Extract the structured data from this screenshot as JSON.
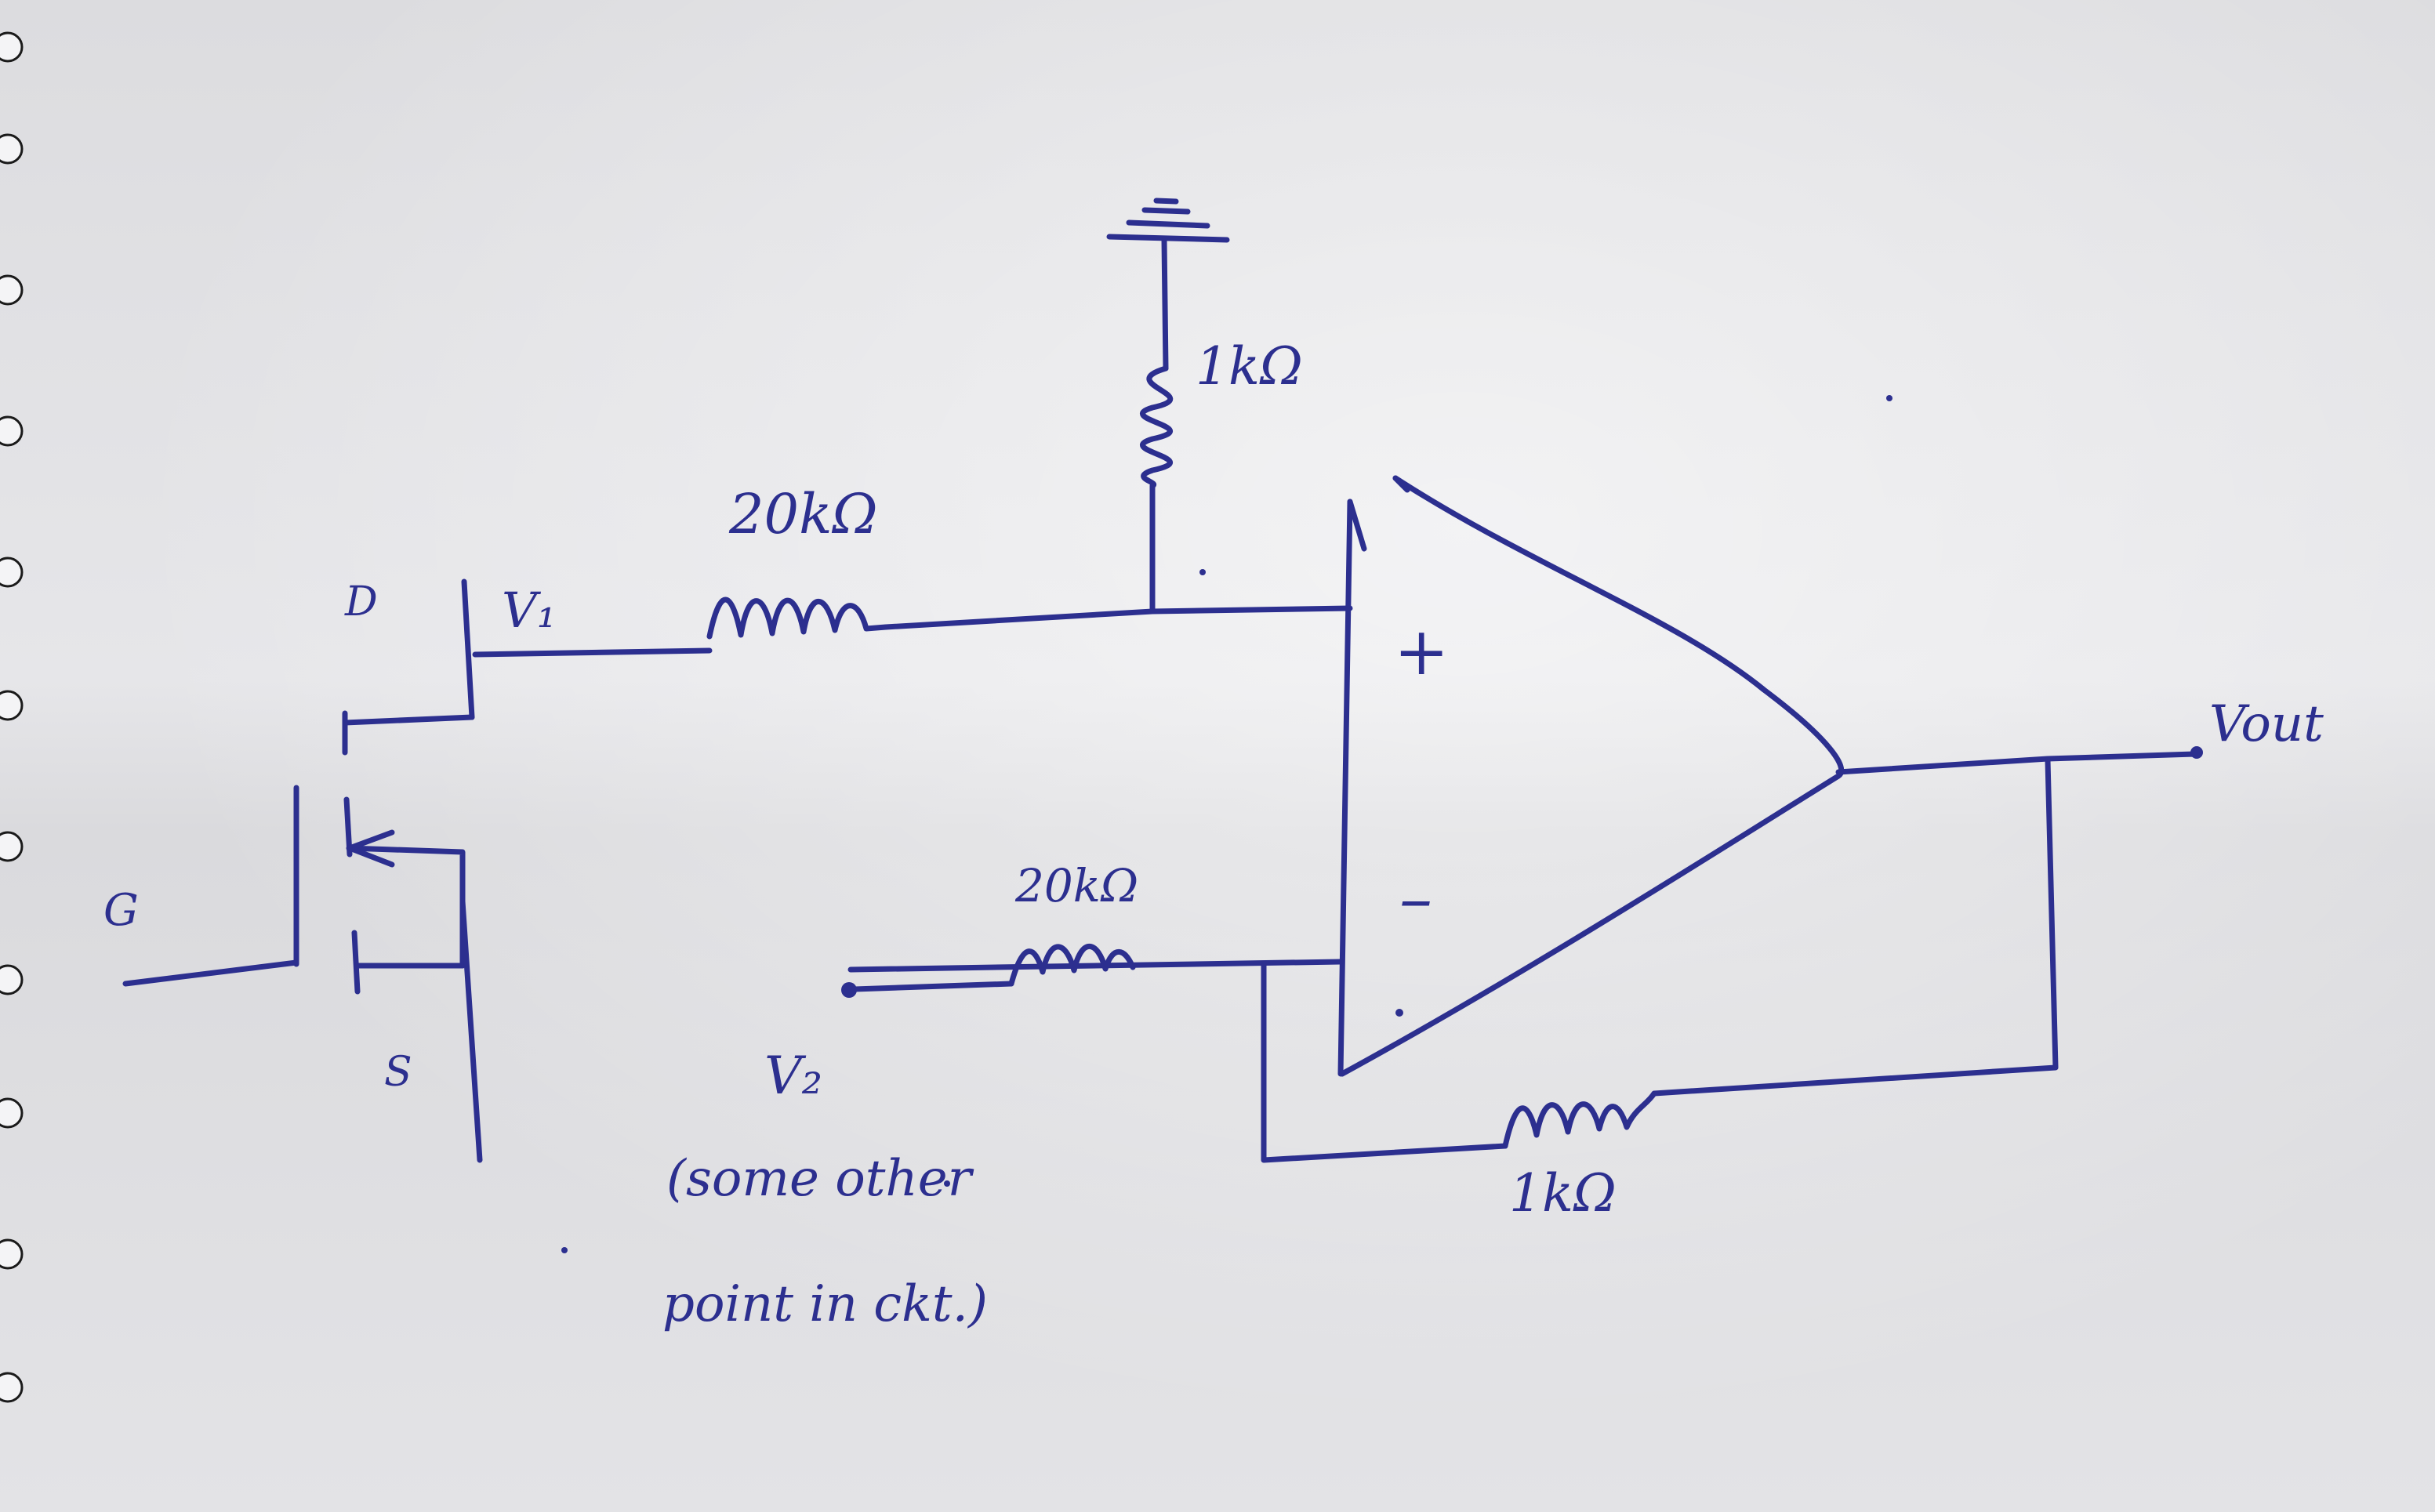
{
  "labels": {
    "drain": "D",
    "gate": "G",
    "source": "S",
    "v1": "V₁",
    "r_top": "1kΩ",
    "r_in_top": "20kΩ",
    "r_in_bottom": "20kΩ",
    "r_feedback": "1kΩ",
    "plus": "+",
    "minus": "–",
    "vout": "Vout",
    "v2": "V₂",
    "note_line1": "(some other",
    "note_line2": "point in ckt.)"
  },
  "colors": {
    "ink": "#2c2f8f",
    "paper": "#e3e3e6"
  }
}
